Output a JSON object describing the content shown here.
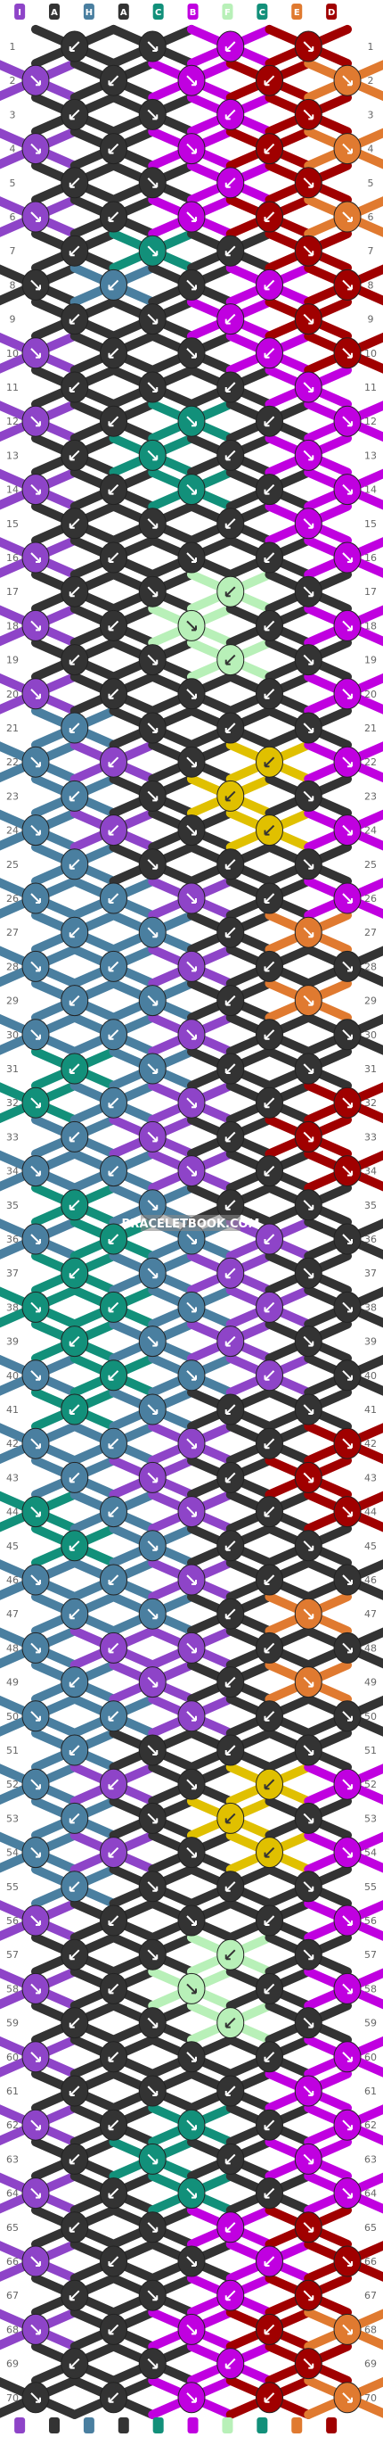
{
  "watermark": "BRACELETBOOK.COM",
  "strand_labels": [
    "I",
    "A",
    "H",
    "A",
    "C",
    "B",
    "F",
    "C",
    "E",
    "D"
  ],
  "row_count": 70,
  "colors": {
    "I": "#8e44c8",
    "A": "#333333",
    "H": "#4a7fa0",
    "C": "#12907a",
    "B": "#c000e0",
    "F": "#b8f0b8",
    "D": "#a00000",
    "E": "#e07a30",
    "G": "#e0c000"
  },
  "knot_rows": [
    [
      "A",
      "A",
      "B",
      "D"
    ],
    [
      "I",
      "A",
      "B",
      "D",
      "E"
    ],
    [
      "A",
      "A",
      "B",
      "D"
    ],
    [
      "I",
      "A",
      "B",
      "D",
      "E"
    ],
    [
      "A",
      "A",
      "B",
      "D"
    ],
    [
      "I",
      "A",
      "B",
      "D",
      "E"
    ],
    [
      "A",
      "C",
      "A",
      "D"
    ],
    [
      "A",
      "H",
      "A",
      "B",
      "D"
    ],
    [
      "A",
      "A",
      "B",
      "D"
    ],
    [
      "I",
      "A",
      "A",
      "B",
      "D"
    ],
    [
      "A",
      "A",
      "A",
      "B"
    ],
    [
      "I",
      "A",
      "C",
      "A",
      "B"
    ],
    [
      "A",
      "C",
      "A",
      "B"
    ],
    [
      "I",
      "A",
      "C",
      "A",
      "B"
    ],
    [
      "A",
      "A",
      "A",
      "B"
    ],
    [
      "I",
      "A",
      "A",
      "A",
      "B"
    ],
    [
      "A",
      "A",
      "F",
      "A"
    ],
    [
      "I",
      "A",
      "F",
      "A",
      "B"
    ],
    [
      "A",
      "A",
      "F",
      "A"
    ],
    [
      "I",
      "A",
      "A",
      "A",
      "B"
    ],
    [
      "H",
      "A",
      "A",
      "A"
    ],
    [
      "H",
      "I",
      "A",
      "G",
      "B"
    ],
    [
      "H",
      "A",
      "G",
      "A"
    ],
    [
      "H",
      "I",
      "A",
      "G",
      "B"
    ],
    [
      "H",
      "A",
      "A",
      "A"
    ],
    [
      "H",
      "H",
      "I",
      "A",
      "B"
    ],
    [
      "H",
      "H",
      "A",
      "E"
    ],
    [
      "H",
      "H",
      "I",
      "A",
      "A"
    ],
    [
      "H",
      "H",
      "A",
      "E"
    ],
    [
      "H",
      "H",
      "I",
      "A",
      "A"
    ],
    [
      "C",
      "H",
      "A",
      "A"
    ],
    [
      "C",
      "H",
      "I",
      "A",
      "D"
    ],
    [
      "H",
      "I",
      "A",
      "D"
    ],
    [
      "H",
      "H",
      "I",
      "A",
      "D"
    ],
    [
      "C",
      "H",
      "A",
      "A"
    ],
    [
      "H",
      "C",
      "H",
      "I",
      "A"
    ],
    [
      "C",
      "H",
      "I",
      "A"
    ],
    [
      "C",
      "C",
      "H",
      "I",
      "A"
    ],
    [
      "C",
      "H",
      "I",
      "A"
    ],
    [
      "H",
      "C",
      "H",
      "I",
      "A"
    ],
    [
      "C",
      "H",
      "A",
      "A"
    ],
    [
      "H",
      "H",
      "I",
      "A",
      "D"
    ],
    [
      "H",
      "I",
      "A",
      "D"
    ],
    [
      "C",
      "H",
      "I",
      "A",
      "D"
    ],
    [
      "C",
      "H",
      "A",
      "A"
    ],
    [
      "H",
      "H",
      "I",
      "A",
      "A"
    ],
    [
      "H",
      "H",
      "A",
      "E"
    ],
    [
      "H",
      "I",
      "I",
      "A",
      "A"
    ],
    [
      "H",
      "I",
      "A",
      "E"
    ],
    [
      "H",
      "H",
      "I",
      "A",
      "A"
    ],
    [
      "H",
      "A",
      "A",
      "A"
    ],
    [
      "H",
      "I",
      "A",
      "G",
      "B"
    ],
    [
      "H",
      "A",
      "G",
      "A"
    ],
    [
      "H",
      "I",
      "A",
      "G",
      "B"
    ],
    [
      "H",
      "A",
      "A",
      "A"
    ],
    [
      "I",
      "A",
      "A",
      "A",
      "B"
    ],
    [
      "A",
      "A",
      "F",
      "A"
    ],
    [
      "I",
      "A",
      "F",
      "A",
      "B"
    ],
    [
      "A",
      "A",
      "F",
      "A"
    ],
    [
      "I",
      "A",
      "A",
      "A",
      "B"
    ],
    [
      "A",
      "A",
      "A",
      "B"
    ],
    [
      "I",
      "A",
      "C",
      "A",
      "B"
    ],
    [
      "A",
      "C",
      "A",
      "B"
    ],
    [
      "I",
      "A",
      "C",
      "A",
      "B"
    ],
    [
      "A",
      "A",
      "B",
      "D"
    ],
    [
      "I",
      "A",
      "A",
      "B",
      "D"
    ],
    [
      "A",
      "A",
      "B",
      "D"
    ],
    [
      "I",
      "A",
      "B",
      "D",
      "E"
    ],
    [
      "A",
      "A",
      "B",
      "D"
    ],
    [
      "A",
      "A",
      "B",
      "D",
      "E"
    ]
  ]
}
